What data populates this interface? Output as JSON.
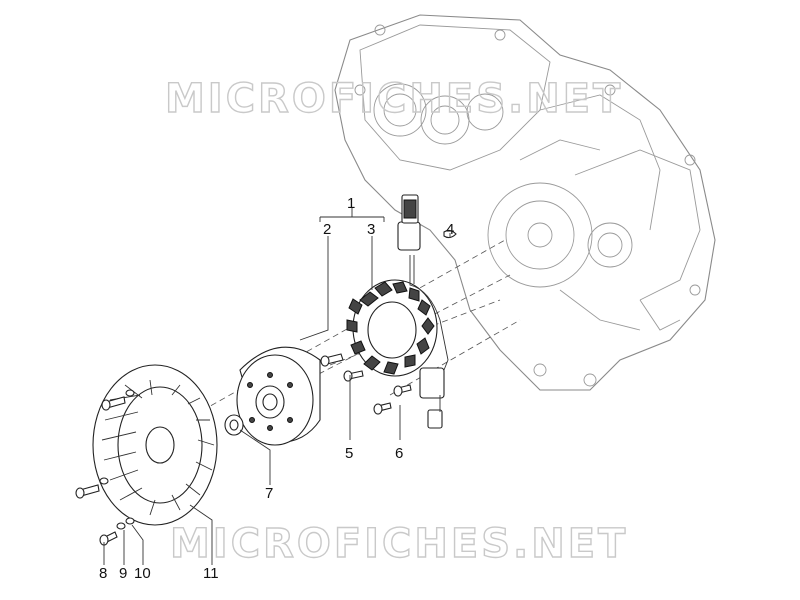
{
  "watermarks": [
    "MICROFICHES.NET",
    "MICROFICHES.NET"
  ],
  "callouts": {
    "c1": "1",
    "c2": "2",
    "c3": "3",
    "c4": "4",
    "c5": "5",
    "c6": "6",
    "c7": "7",
    "c8": "8",
    "c9": "9",
    "c10": "10",
    "c11": "11"
  }
}
